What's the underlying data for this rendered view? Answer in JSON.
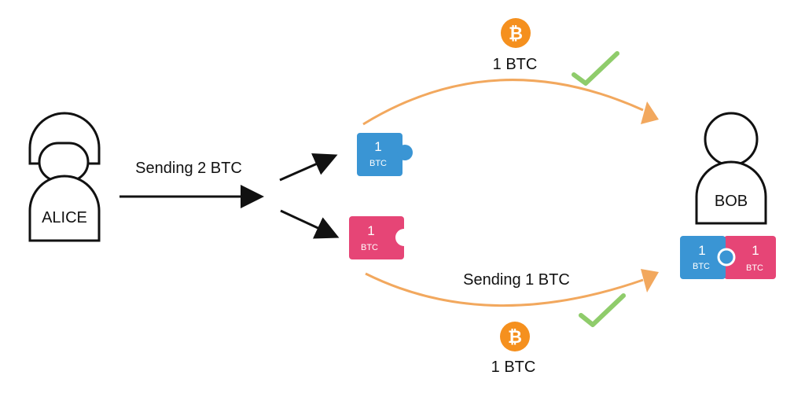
{
  "people": {
    "alice": {
      "name": "ALICE"
    },
    "bob": {
      "name": "BOB"
    }
  },
  "labels": {
    "sending_2": "Sending 2 BTC",
    "sending_1": "Sending 1 BTC",
    "top_amount": "1 BTC",
    "bottom_amount": "1 BTC"
  },
  "coin": {
    "symbol": "₿",
    "icon": "bitcoin-coin-icon"
  },
  "pieces": {
    "blue": {
      "amount": "1",
      "unit": "BTC"
    },
    "pink": {
      "amount": "1",
      "unit": "BTC"
    },
    "combined_left": {
      "amount": "1",
      "unit": "BTC"
    },
    "combined_right": {
      "amount": "1",
      "unit": "BTC"
    }
  },
  "colors": {
    "orange": "#f2a85e",
    "coin": "#f5901e",
    "blue": "#3a95d4",
    "pink": "#e64576",
    "check": "#8fcc6b",
    "ink": "#111111"
  }
}
